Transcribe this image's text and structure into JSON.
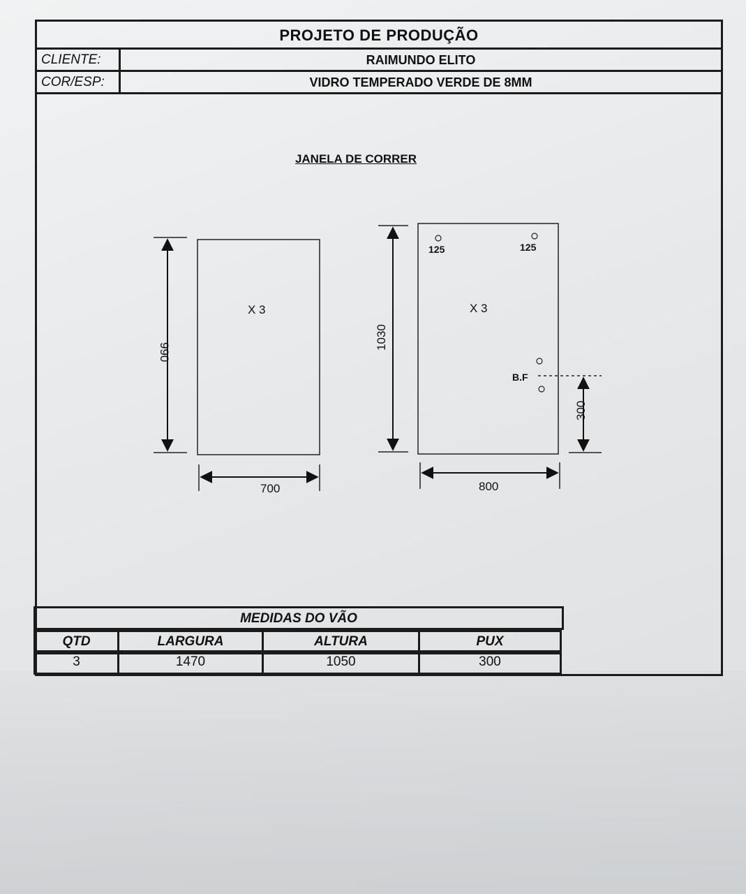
{
  "header": {
    "title": "PROJETO DE PRODUÇÃO",
    "client_label": "CLIENTE:",
    "client_value": "RAIMUNDO ELITO",
    "color_label": "COR/ESP:",
    "color_value": "VIDRO TEMPERADO VERDE DE 8MM"
  },
  "drawing": {
    "title": "JANELA DE CORRER",
    "fixed_panel": {
      "width": "700",
      "height": "990",
      "quantity": "X 3"
    },
    "sliding_panel": {
      "width": "800",
      "height": "1030",
      "quantity": "X 3",
      "hole_left": "125",
      "hole_right": "125",
      "lock_label": "B.F",
      "lock_height": "300"
    }
  },
  "table": {
    "caption": "MEDIDAS DO VÃO",
    "headers": [
      "QTD",
      "LARGURA",
      "ALTURA",
      "PUX"
    ],
    "rows": [
      [
        "3",
        "1470",
        "1050",
        "300"
      ]
    ]
  }
}
